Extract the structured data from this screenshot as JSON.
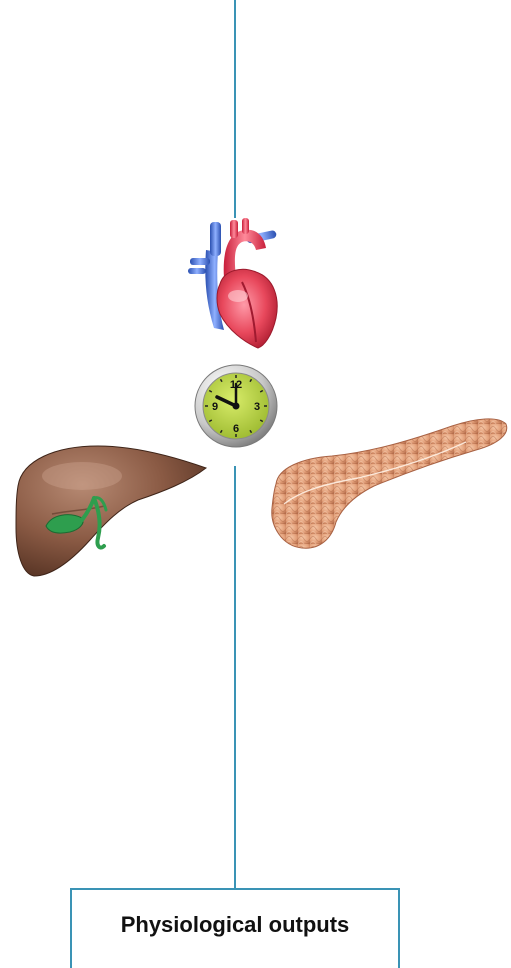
{
  "diagram": {
    "icons": {
      "heart": "heart-icon",
      "clock": "clock-icon",
      "liver": "liver-icon",
      "pancreas": "pancreas-icon"
    },
    "clock_numbers": {
      "twelve": "12",
      "three": "3",
      "six": "6",
      "nine": "9"
    },
    "outputs_box": {
      "label": "Physiological outputs"
    },
    "colors": {
      "connector": "#3a93b5",
      "clock_face": "#b8d43a",
      "liver": "#8a5a44",
      "gallbladder": "#2e9e4e",
      "pancreas": "#e3a07a",
      "heart_red": "#e8485c",
      "heart_blue": "#3f6fd6"
    }
  }
}
